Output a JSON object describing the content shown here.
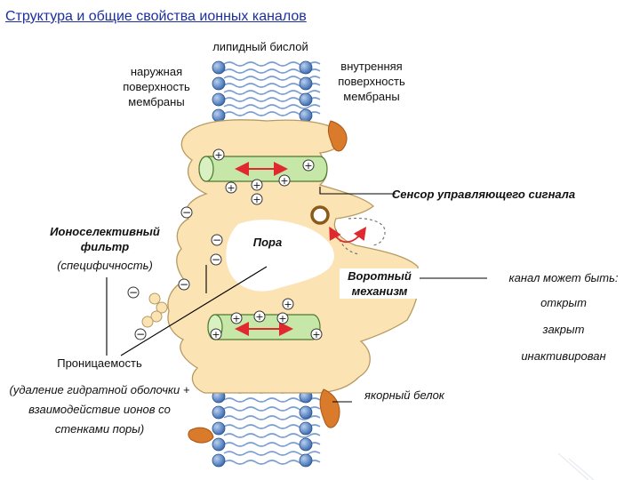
{
  "title": "Структура  и общие свойства ионных каналов",
  "labels": {
    "lipid_bilayer": "липидный бислой",
    "outer_surface": "наружная поверхность мембраны",
    "inner_surface": "внутренняя поверхность мембраны",
    "sensor": "Сенсор управляющего сигнала",
    "filter_name": "Ионоселективный фильтр",
    "filter_note": "(специфичность)",
    "pore": "Пора",
    "gate": "Воротный механизм",
    "channel_states_title": "канал может быть:",
    "state_open": "открыт",
    "state_closed": "закрыт",
    "state_inactivated": "инактивирован",
    "permeability": "Проницаемость",
    "permeability_note": "(удаление гидратной оболочки + взаимодействие ионов со стенками поры)",
    "anchor_protein": "якорный белок"
  },
  "colors": {
    "title": "#1c2fa0",
    "lipid_head": "#3f6fb5",
    "lipid_tail": "#7b9fd4",
    "protein": "#fbe3b4",
    "protein_outline": "#b79a62",
    "helix": "#c6e7a8",
    "arrow": "#e0282f",
    "anchor": "#d97b2a"
  },
  "icons": [
    "plus-charge-icon",
    "minus-charge-icon",
    "double-arrow-icon",
    "lipid-head-icon"
  ]
}
